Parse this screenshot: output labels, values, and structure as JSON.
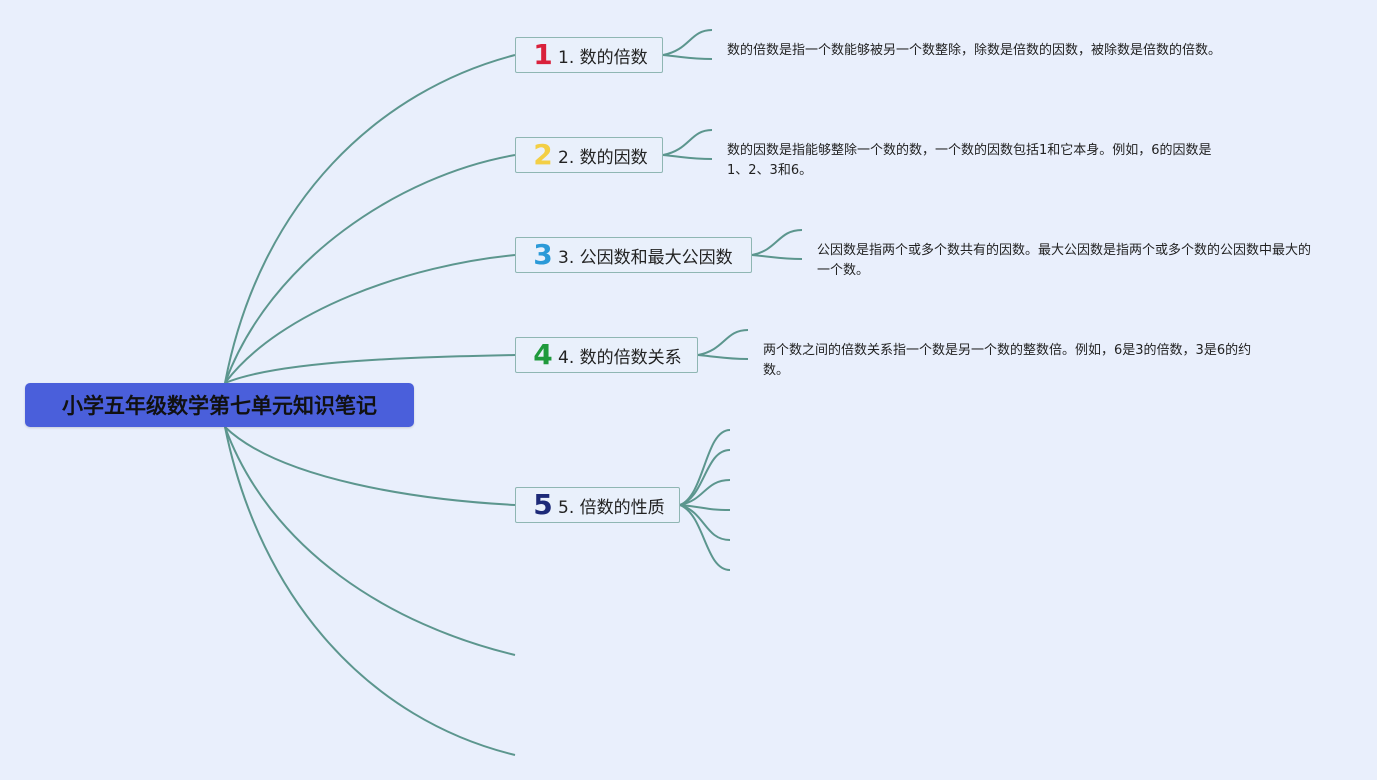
{
  "root": {
    "title": "小学五年级数学第七单元知识笔记"
  },
  "topics": [
    {
      "badge": "1",
      "badge_color": "#d9213b",
      "label": "1. 数的倍数",
      "note": "数的倍数是指一个数能够被另一个数整除，除数是倍数的因数，被除数是倍数的倍数。"
    },
    {
      "badge": "2",
      "badge_color": "#f3cf45",
      "label": "2. 数的因数",
      "note": "数的因数是指能够整除一个数的数，一个数的因数包括1和它本身。例如，6的因数是1、2、3和6。"
    },
    {
      "badge": "3",
      "badge_color": "#2b9ad8",
      "label": "3. 公因数和最大公因数",
      "note": "公因数是指两个或多个数共有的因数。最大公因数是指两个或多个数的公因数中最大的一个数。"
    },
    {
      "badge": "4",
      "badge_color": "#1f9a3c",
      "label": "4. 数的倍数关系",
      "note": "两个数之间的倍数关系指一个数是另一个数的整数倍。例如，6是3的倍数，3是6的约数。"
    },
    {
      "badge": "5",
      "badge_color": "#1d2a78",
      "label": "5. 倍数的性质",
      "note": ""
    }
  ],
  "colors": {
    "background": "#e9effc",
    "root_fill": "#4a5fdb",
    "link": "#5c968e",
    "topic_border": "#8fb6b3"
  }
}
